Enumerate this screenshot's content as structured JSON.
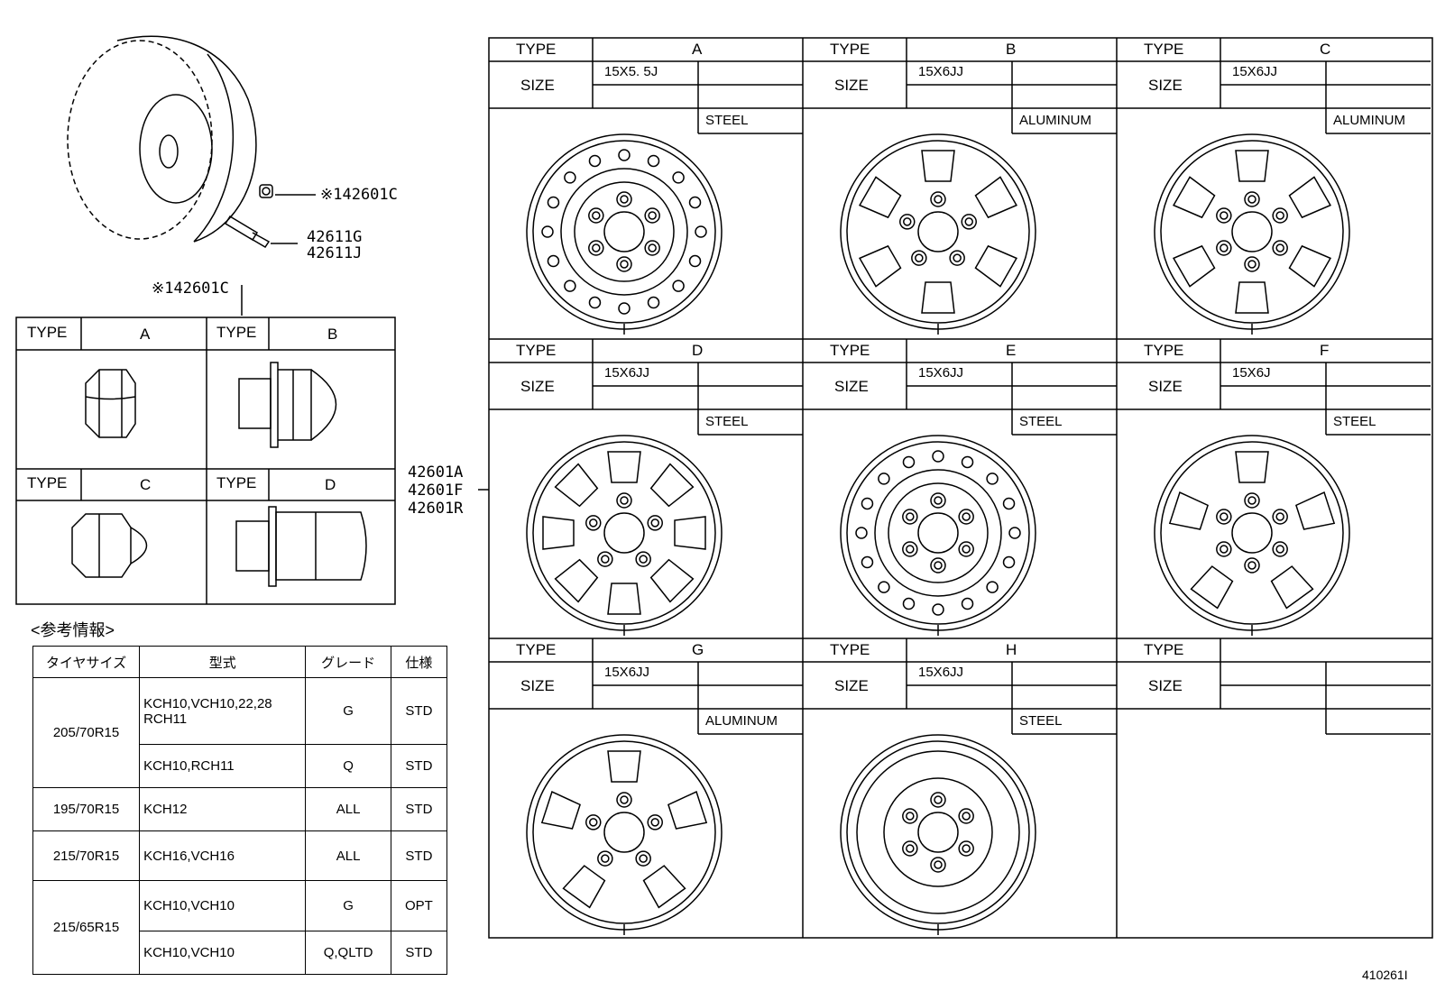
{
  "parts": {
    "nut_callout": "※142601C",
    "valve_callout_1": "42611G",
    "valve_callout_2": "42611J",
    "nut_table_heading": "※142601C",
    "wheel_callout_1": "42601A",
    "wheel_callout_2": "42601F",
    "wheel_callout_3": "42601R"
  },
  "nut_table": {
    "type_label": "TYPE",
    "cells": [
      {
        "letter": "A"
      },
      {
        "letter": "B"
      },
      {
        "letter": "C"
      },
      {
        "letter": "D"
      }
    ]
  },
  "reference": {
    "heading": "<参考情報>",
    "headers": [
      "タイヤサイズ",
      "型式",
      "グレード",
      "仕様"
    ],
    "rows": [
      {
        "size": "205/70R15",
        "model": "KCH10,VCH10,22,28",
        "model2": "RCH11",
        "grade": "G",
        "spec": "STD"
      },
      {
        "model": "KCH10,RCH11",
        "grade": "Q",
        "spec": "STD"
      },
      {
        "size": "195/70R15",
        "model": "KCH12",
        "grade": "ALL",
        "spec": "STD"
      },
      {
        "size": "215/70R15",
        "model": "KCH16,VCH16",
        "grade": "ALL",
        "spec": "STD"
      },
      {
        "size": "215/65R15",
        "model": "KCH10,VCH10",
        "grade": "G",
        "spec": "OPT"
      },
      {
        "model": "KCH10,VCH10",
        "grade": "Q,QLTD",
        "spec": "STD"
      }
    ]
  },
  "wheel_grid": {
    "type_label": "TYPE",
    "size_label": "SIZE",
    "wheels": [
      {
        "type": "A",
        "size": "15X5. 5J",
        "material": "STEEL"
      },
      {
        "type": "B",
        "size": "15X6JJ",
        "material": "ALUMINUM"
      },
      {
        "type": "C",
        "size": "15X6JJ",
        "material": "ALUMINUM"
      },
      {
        "type": "D",
        "size": "15X6JJ",
        "material": "STEEL"
      },
      {
        "type": "E",
        "size": "15X6JJ",
        "material": "STEEL"
      },
      {
        "type": "F",
        "size": "15X6J",
        "material": "STEEL"
      },
      {
        "type": "G",
        "size": "15X6JJ",
        "material": "ALUMINUM"
      },
      {
        "type": "H",
        "size": "15X6JJ",
        "material": "STEEL"
      },
      {
        "type": "",
        "size": "",
        "material": ""
      }
    ]
  },
  "figure_id": "410261I"
}
